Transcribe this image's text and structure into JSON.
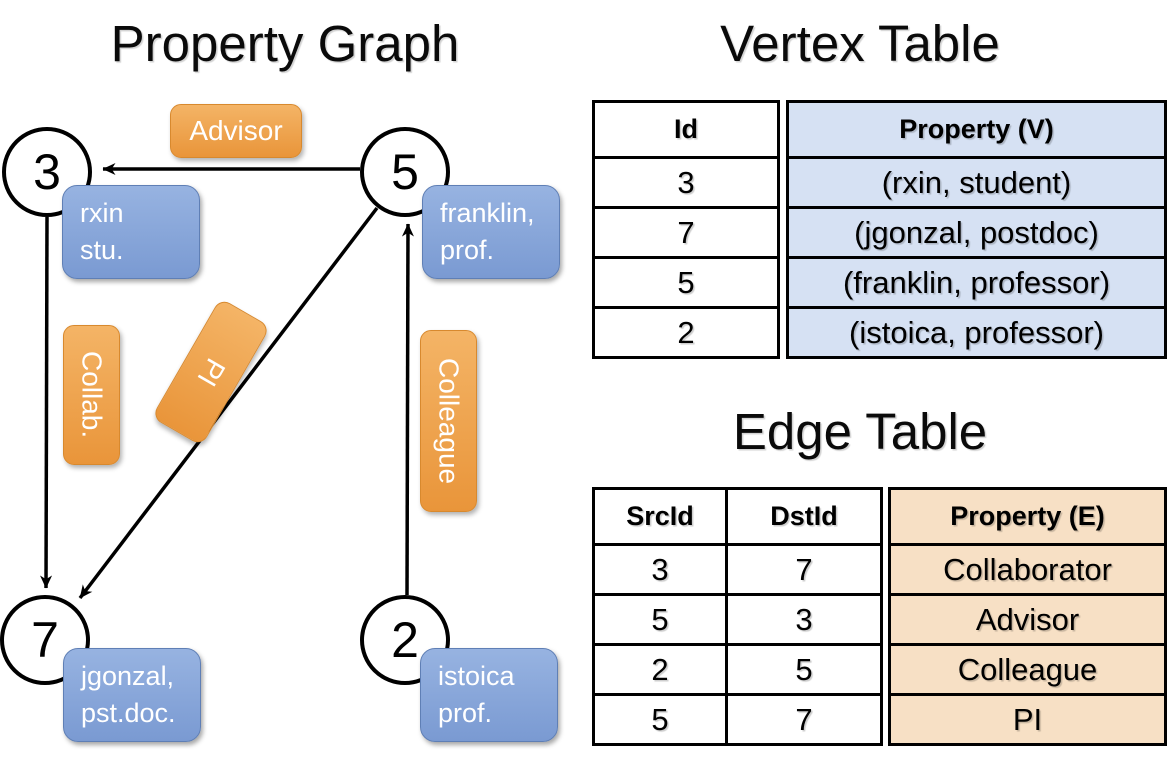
{
  "graph": {
    "title": "Property Graph",
    "nodes": [
      {
        "id": "3",
        "line1": "rxin",
        "line2": "stu."
      },
      {
        "id": "5",
        "line1": "franklin,",
        "line2": "prof."
      },
      {
        "id": "7",
        "line1": "jgonzal,",
        "line2": "pst.doc."
      },
      {
        "id": "2",
        "line1": "istoica",
        "line2": "prof."
      }
    ],
    "edge_labels": {
      "advisor": "Advisor",
      "collab": "Collab.",
      "pi": "PI",
      "colleague": "Colleague"
    }
  },
  "vertex_table": {
    "title": "Vertex Table",
    "columns": [
      "Id",
      "Property (V)"
    ],
    "rows": [
      [
        "3",
        "(rxin, student)"
      ],
      [
        "7",
        "(jgonzal, postdoc)"
      ],
      [
        "5",
        "(franklin, professor)"
      ],
      [
        "2",
        "(istoica, professor)"
      ]
    ]
  },
  "edge_table": {
    "title": "Edge Table",
    "columns": [
      "SrcId",
      "DstId",
      "Property (E)"
    ],
    "rows": [
      [
        "3",
        "7",
        "Collaborator"
      ],
      [
        "5",
        "3",
        "Advisor"
      ],
      [
        "2",
        "5",
        "Colleague"
      ],
      [
        "5",
        "7",
        "PI"
      ]
    ]
  },
  "colors": {
    "edge_label_orange_top": "#f4b466",
    "edge_label_orange_bottom": "#e9953a",
    "vertex_prop_blue_top": "#97b3e1",
    "vertex_prop_blue_bottom": "#7a9ad2",
    "vertex_table_fill": "#d6e1f3",
    "edge_table_fill": "#f7e0c5",
    "line_color": "#000000"
  }
}
